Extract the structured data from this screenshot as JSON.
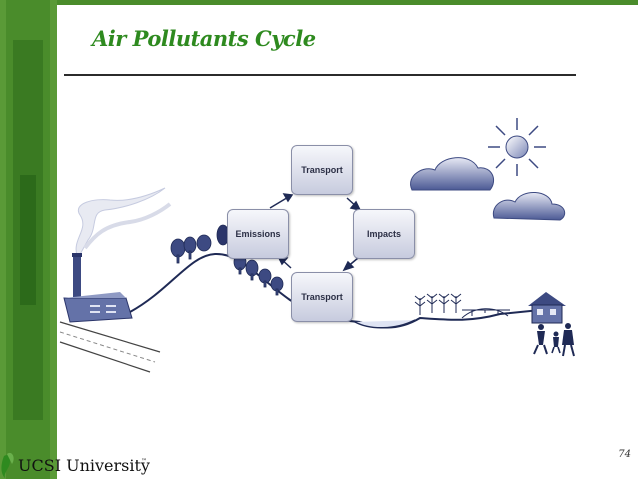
{
  "slide": {
    "title": "Air Pollutants Cycle",
    "page_number": "74"
  },
  "diagram": {
    "nodes": {
      "transport_top": "Transport",
      "emissions": "Emissions",
      "impacts": "Impacts",
      "transport_bottom": "Transport"
    }
  },
  "footer": {
    "logo_text": "UCSI University",
    "logo_tm": "™"
  },
  "colors": {
    "sidebar": "#4a8c2b",
    "title": "#2e8a1f",
    "illustration": "#3d4a82"
  }
}
